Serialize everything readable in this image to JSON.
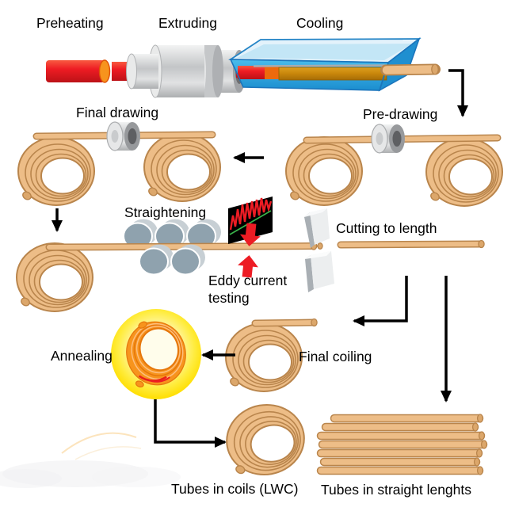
{
  "process": {
    "steps": [
      {
        "id": "preheating",
        "label": "Preheating"
      },
      {
        "id": "extruding",
        "label": "Extruding"
      },
      {
        "id": "cooling",
        "label": "Cooling"
      },
      {
        "id": "pre_drawing",
        "label": "Pre-drawing"
      },
      {
        "id": "final_drawing",
        "label": "Final drawing"
      },
      {
        "id": "straightening",
        "label": "Straightening"
      },
      {
        "id": "eddy_current_testing",
        "label_line1": "Eddy current",
        "label_line2": "testing"
      },
      {
        "id": "cutting_to_length",
        "label": "Cutting to length"
      },
      {
        "id": "final_coiling",
        "label": "Final coiling"
      },
      {
        "id": "annealing",
        "label": "Annealing"
      }
    ],
    "outputs": [
      {
        "id": "tubes_in_coils_lwc",
        "label": "Tubes in coils (LWC)"
      },
      {
        "id": "tubes_in_straight_lengths",
        "label": "Tubes in straight lenghts"
      }
    ]
  },
  "colors": {
    "tube_fill": "#EDBD87",
    "tube_stroke": "#B9854C",
    "billet_red": "#EE1C23",
    "hot_orange": "#F7941D",
    "gold_tube": "#C8860B",
    "water_blue": "#29ABE2",
    "water_surface": "#C3E6F6",
    "tank_outline": "#1B75BC",
    "machine_gray": "#D1D3D4",
    "roller_gray": "#8FA2AE",
    "screen_black": "#000000",
    "signal_red": "#ED1C24",
    "signal_green": "#39B54A",
    "arrow_black": "#000000",
    "anneal_yellow": "#FFDE00",
    "anneal_coil_orange": "#F7941D"
  }
}
